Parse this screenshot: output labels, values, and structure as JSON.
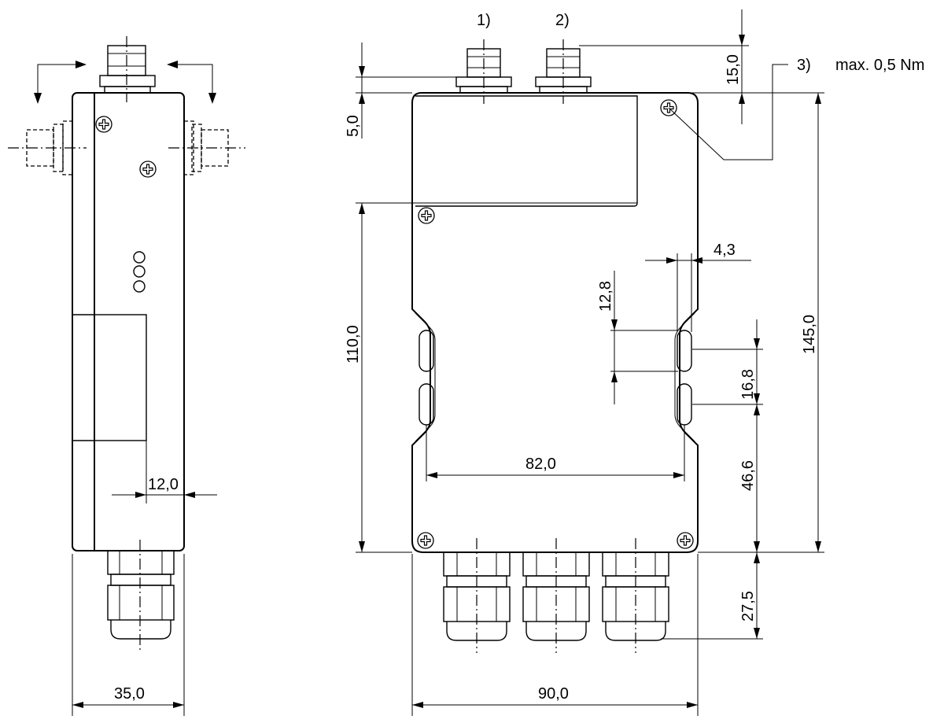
{
  "dimensions": {
    "side_thickness": "12,0",
    "side_width": "35,0",
    "total_height": "145,0",
    "lower_height": "110,0",
    "top_offset": "5,0",
    "connector_height": "15,0",
    "slot_pitch_h": "4,3",
    "slot_pitch_v": "12,8",
    "slot_length": "16,8",
    "slot_to_bottom": "46,6",
    "gland_height": "27,5",
    "slot_spacing": "82,0",
    "width": "90,0"
  },
  "callouts": {
    "c1": "1)",
    "c2": "2)",
    "c3": "3)",
    "torque": "max. 0,5 Nm"
  },
  "colors": {
    "line": "#000000",
    "background": "#ffffff"
  }
}
